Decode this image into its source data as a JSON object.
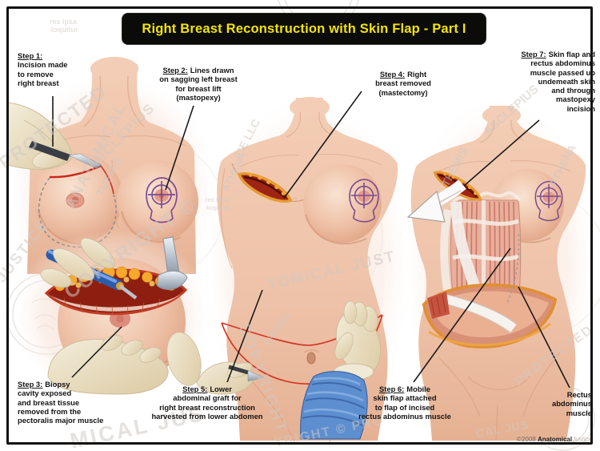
{
  "title": "Right Breast Reconstruction with Skin Flap - Part I",
  "steps": [
    {
      "label": "Step 1:",
      "text": "Incision made\nto remove\nright breast"
    },
    {
      "label": "Step 2:",
      "text": "Lines drawn\non sagging left breast\nfor breast lift\n(mastopexy)"
    },
    {
      "label": "Step 3:",
      "text": "Biopsy\ncavity exposed\nand breast tissue\nremoved from the\npectoralis major muscle"
    },
    {
      "label": "Step 4:",
      "text": "Right\nbreast removed\n(mastectomy)"
    },
    {
      "label": "Step 5:",
      "text": "Lower\nabdominal graft for\nright breast reconstruction\nharvested from lower abdomen"
    },
    {
      "label": "Step 6:",
      "text": "Mobile\nskin flap attached\nto flap of incised\nrectus abdominus muscle"
    },
    {
      "label": "Step 7:",
      "text": "Skin flap and\nrectus abdominus\nmuscle passed up\nundemeath skin\nand through\nmastopexy\nincision"
    }
  ],
  "labels": {
    "rectus_muscle": "Rectus\nabdominus\nmuscle"
  },
  "copyright": {
    "prefix": "©2008",
    "name": "Anatomical",
    "suffix": "Justice"
  },
  "watermarks": [
    "res ipsa",
    "loquitur",
    "PROTECTED",
    "COPYRIGHT ©",
    "ASCLEPIUS",
    "ANATOMICAL",
    "THEMIS",
    "ICE LLC",
    "ATHENA",
    "THEMIS",
    "res ipsa",
    "loquitur",
    "TOMICAL JUST",
    "COPYRIGHT",
    "ATHENA",
    "THEMIS",
    "ASCLEPIUS",
    "MICAL JUS",
    "YRIGHT © PRO",
    "CAL JUS",
    "PROTECTED",
    "JUSTICE"
  ],
  "colors": {
    "banner_bg": "#0b0b09",
    "banner_text": "#f2e409",
    "frame": "#131313",
    "skin": "#efc3a9",
    "skin_shadow": "#d89d7f",
    "wound_red": "#9e2413",
    "wound_rim_orange": "#e59b33",
    "fat_yellow": "#f2a635",
    "marking_purple": "#7b4b92",
    "incision_red": "#c6291a",
    "glove_cream": "#ece3c9",
    "sleeve_blue": "#5d8fd0",
    "instrument_blue": "#3a77d4",
    "metal": "#aeb8c2",
    "watermark_gray": "#d0cac5",
    "annotation_text": "#141414"
  }
}
